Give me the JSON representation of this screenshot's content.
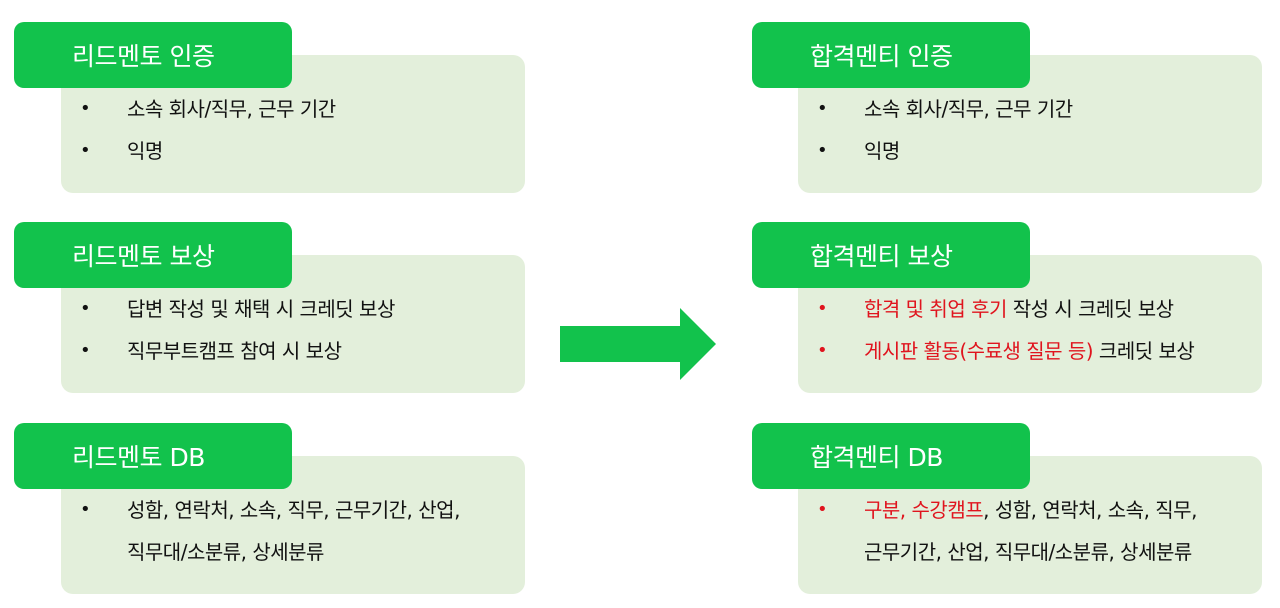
{
  "left": [
    {
      "title": "리드멘토 인증",
      "items": [
        {
          "text": "소속 회사/직무, 근무 기간"
        },
        {
          "text": "익명"
        }
      ]
    },
    {
      "title": "리드멘토 보상",
      "items": [
        {
          "text": "답변 작성 및 채택 시 크레딧 보상"
        },
        {
          "text": "직무부트캠프 참여 시 보상"
        }
      ]
    },
    {
      "title": "리드멘토 DB",
      "items": [
        {
          "line1": "성함, 연락처, 소속, 직무, 근무기간, 산업,",
          "line2": "직무대/소분류, 상세분류"
        }
      ]
    }
  ],
  "right": [
    {
      "title": "합격멘티 인증",
      "items": [
        {
          "text": "소속 회사/직무, 근무 기간"
        },
        {
          "text": "익명"
        }
      ]
    },
    {
      "title": "합격멘티 보상",
      "items": [
        {
          "highlight": "합격 및 취업 후기",
          "rest": " 작성 시 크레딧 보상"
        },
        {
          "highlight": "게시판 활동(수료생 질문 등)",
          "rest": " 크레딧 보상"
        }
      ]
    },
    {
      "title": "합격멘티 DB",
      "items": [
        {
          "highlight": "구분, 수강캠프",
          "rest": ", 성함, 연락처, 소속, 직무,",
          "line2": "근무기간, 산업, 직무대/소분류, 상세분류"
        }
      ]
    }
  ],
  "colors": {
    "header": "#12c24c",
    "card": "#e3efdb",
    "arrow": "#12c24c",
    "highlight": "#e0141e"
  }
}
